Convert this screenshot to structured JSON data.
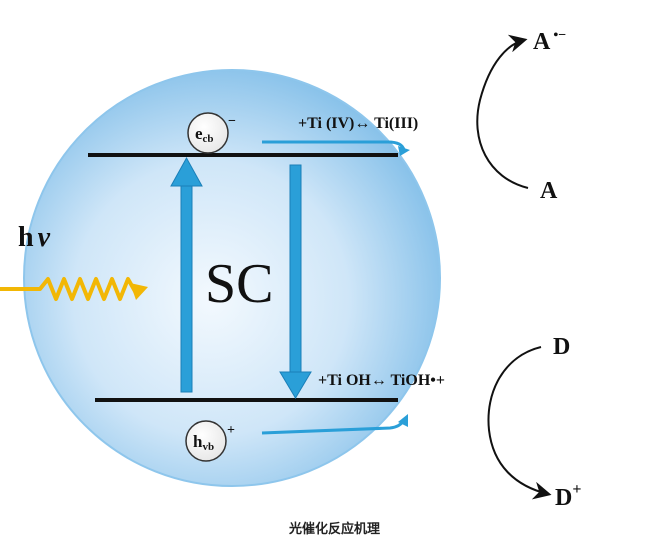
{
  "diagram": {
    "center_label": "SC",
    "light_label_main": "h",
    "light_label_nu": "ν",
    "electron_main": "e",
    "electron_sub": "cb",
    "electron_sup": "−",
    "hole_main": "h",
    "hole_sub": "vb",
    "hole_sup": "+",
    "cb_reaction": "+Ti (IV)↔ Ti(III)",
    "vb_reaction": "+Ti OH↔ TiOH•+",
    "acceptor_bottom": "A",
    "acceptor_top_main": "A",
    "acceptor_top_sup": "•−",
    "donor_top": "D",
    "donor_bottom_main": "D",
    "donor_bottom_sup": "+"
  },
  "caption": "光催化反应机理",
  "colors": {
    "sphere_edge": "#7fbde8",
    "sphere_center": "#eef6fd",
    "arrow_blue": "#2a9fd8",
    "light_wave": "#f2b705",
    "band_line": "#111111"
  }
}
